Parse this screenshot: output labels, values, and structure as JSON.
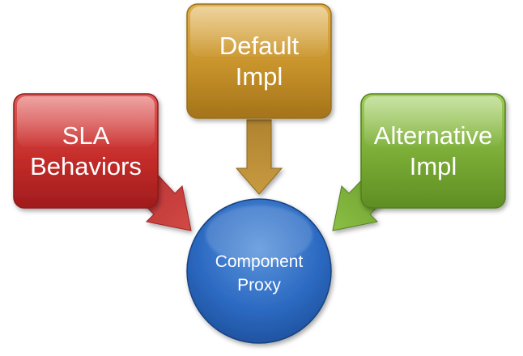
{
  "nodes": {
    "sla": {
      "line1": "SLA",
      "line2": "Behaviors",
      "color": "#c0282a"
    },
    "default": {
      "line1": "Default",
      "line2": "Impl",
      "color": "#c28f22"
    },
    "alternative": {
      "line1": "Alternative",
      "line2": "Impl",
      "color": "#73a533"
    },
    "proxy": {
      "line1": "Component",
      "line2": "Proxy",
      "color": "#2968c0"
    }
  },
  "edges": [
    {
      "from": "SLA Behaviors",
      "to": "Component Proxy"
    },
    {
      "from": "Default Impl",
      "to": "Component Proxy"
    },
    {
      "from": "Alternative Impl",
      "to": "Component Proxy"
    }
  ]
}
